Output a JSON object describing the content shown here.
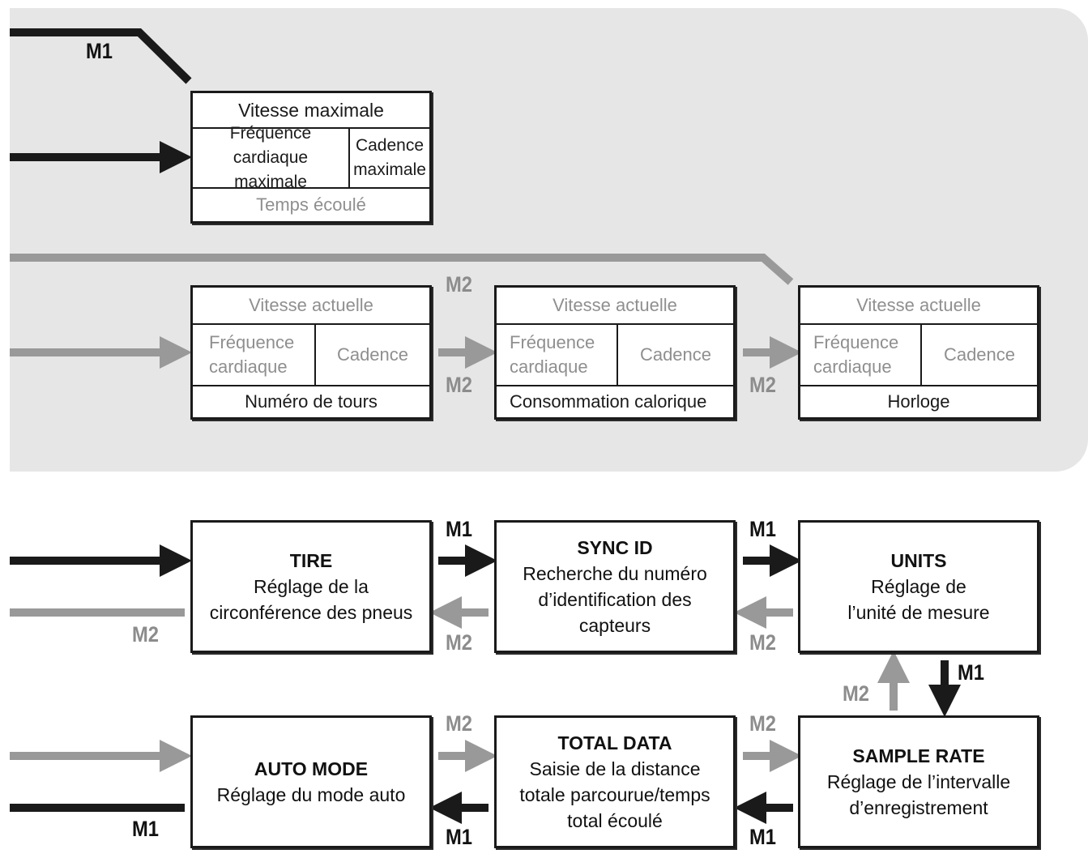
{
  "labels": {
    "m1": "M1",
    "m2": "M2"
  },
  "colors": {
    "dark": "#1a1a1a",
    "gray": "#999999",
    "panel": "#e6e6e6"
  },
  "max_screen": {
    "top": "Vitesse maximale",
    "left": "Fréquence cardiaque\nmaximale",
    "right": "Cadence\nmaximale",
    "bottom": "Temps écoulé"
  },
  "current_screens": [
    {
      "top": "Vitesse actuelle",
      "left": "Fréquence\ncardiaque",
      "right": "Cadence",
      "bottom": "Numéro de tours"
    },
    {
      "top": "Vitesse actuelle",
      "left": "Fréquence\ncardiaque",
      "right": "Cadence",
      "bottom": "Consommation calorique"
    },
    {
      "top": "Vitesse actuelle",
      "left": "Fréquence\ncardiaque",
      "right": "Cadence",
      "bottom": "Horloge"
    }
  ],
  "settings": [
    {
      "title": "TIRE",
      "desc": "Réglage de la\ncirconférence des pneus"
    },
    {
      "title": "SYNC ID",
      "desc": "Recherche du numéro\nd’identification des\ncapteurs"
    },
    {
      "title": "UNITS",
      "desc": "Réglage de\nl’unité de mesure"
    },
    {
      "title": "AUTO MODE",
      "desc": "Réglage du mode auto"
    },
    {
      "title": "TOTAL DATA",
      "desc": "Saisie de la distance\ntotale parcourue/temps\ntotal écoulé"
    },
    {
      "title": "SAMPLE RATE",
      "desc": "Réglage de l’intervalle\nd’enregistrement"
    }
  ]
}
